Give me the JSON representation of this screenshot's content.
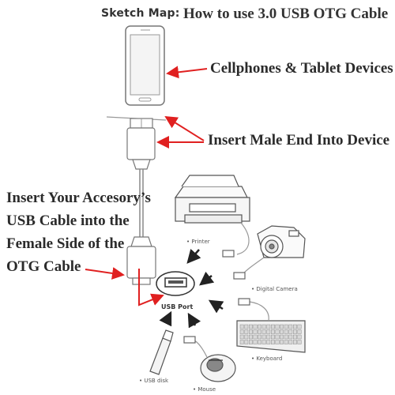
{
  "header": {
    "sketch_label": "Sketch Map:",
    "title": "How to use 3.0 USB OTG Cable"
  },
  "callouts": {
    "phone": "Cellphones & Tablet Devices",
    "male_end": "Insert Male End Into Device",
    "accessory_lines": [
      "Insert Your Accesory’s",
      "USB Cable into the",
      "Female Side of the",
      "OTG Cable"
    ]
  },
  "devices": {
    "printer": "• Printer",
    "camera": "• Digital Camera",
    "keyboard": "• Keyboard",
    "usb_disk": "• USB disk",
    "mouse": "• Mouse",
    "usb_port": "USB Port"
  },
  "colors": {
    "arrow_red": "#e02020",
    "line_gray": "#888888",
    "text_dark": "#2b2b2b"
  }
}
